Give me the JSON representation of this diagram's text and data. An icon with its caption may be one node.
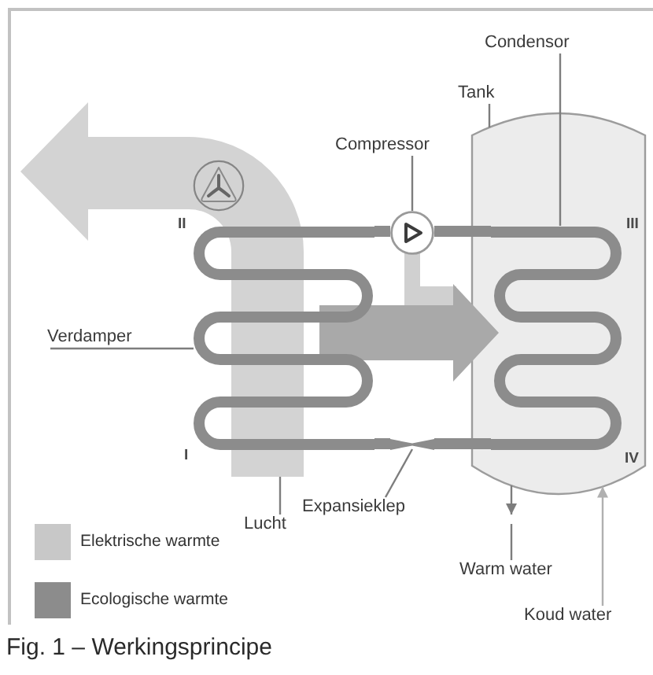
{
  "diagram": {
    "caption": "Fig. 1 – Werkingsprincipe",
    "nodes": [
      {
        "text": [
          "Condensor"
        ]
      },
      {
        "text": [
          "Tank"
        ]
      },
      {
        "text": [
          "Compressor"
        ]
      },
      {
        "text": [
          "Verdamper"
        ]
      },
      {
        "text": [
          "Lucht"
        ]
      },
      {
        "text": [
          "Expansieklep"
        ]
      },
      {
        "text": [
          "Warm water"
        ]
      },
      {
        "text": [
          "Koud water"
        ]
      },
      {
        "text": [],
        "shape": "cylinder"
      },
      {
        "text": [],
        "shape": "coil",
        "in": 8
      },
      {
        "text": [],
        "shape": "circle"
      },
      {
        "text": [],
        "shape": "coil"
      },
      {
        "text": [],
        "shape": "arrow"
      },
      {
        "text": [],
        "shape": "valve"
      }
    ],
    "edges": [
      {
        "from": 0,
        "to": 9,
        "arrow": "none"
      },
      {
        "from": 1,
        "to": 8,
        "arrow": "none"
      },
      {
        "from": 2,
        "to": 10,
        "arrow": "none"
      },
      {
        "from": 3,
        "to": 11,
        "arrow": "none"
      },
      {
        "from": 4,
        "to": 12,
        "arrow": "none"
      },
      {
        "from": 5,
        "to": 13,
        "arrow": "none"
      },
      {
        "from": 8,
        "to": null,
        "arrow": "to"
      },
      {
        "from": 6,
        "to": null,
        "arrow": "none"
      },
      {
        "from": 7,
        "to": 8,
        "arrow": "to",
        "color": "#b0b0b0"
      },
      {
        "from": 11,
        "to": 10,
        "arrow": "none",
        "style": "thick",
        "color": "#8c8c8c"
      },
      {
        "from": 10,
        "to": 9,
        "arrow": "none",
        "style": "thick",
        "color": "#8c8c8c"
      },
      {
        "from": 9,
        "to": 13,
        "arrow": "none",
        "style": "thick",
        "color": "#8c8c8c"
      },
      {
        "from": 13,
        "to": 11,
        "arrow": "none",
        "style": "thick",
        "color": "#8c8c8c"
      },
      {
        "from": 11,
        "to": 9,
        "arrow": "to",
        "style": "thick",
        "color": "#a9a9a9"
      }
    ],
    "labels": [
      "II",
      "III",
      "I",
      "IV"
    ],
    "legend": [
      {
        "text": "Elektrische warmte",
        "color": "#c8c8c8"
      },
      {
        "text": "Ecologische warmte",
        "color": "#8c8c8c"
      }
    ]
  }
}
